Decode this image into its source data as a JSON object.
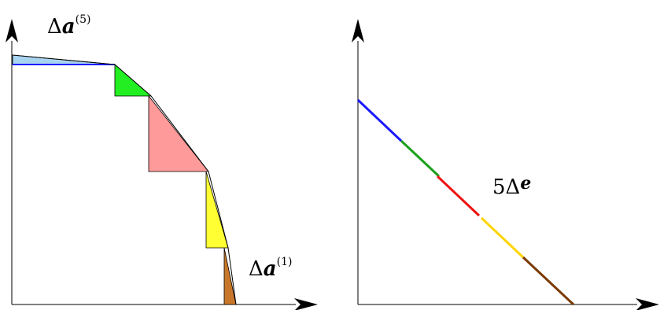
{
  "labels": {
    "delta_a5": {
      "delta": "Δ",
      "bold": "a",
      "sup": "(5)"
    },
    "delta_a1": {
      "delta": "Δ",
      "bold": "a",
      "sup": "(1)"
    },
    "five_delta_e": {
      "prefix": "5Δ",
      "bold": "e"
    }
  },
  "colors": {
    "blue": "#1a1aff",
    "light_blue": "#a8d4f0",
    "green": "#22ee22",
    "green_line": "#1aa01a",
    "pink": "#ff9a9a",
    "red": "#ee1111",
    "yellow": "#ffff33",
    "yellow_line": "#ffd400",
    "brown": "#c8772a",
    "brown_line": "#7a3a00"
  }
}
